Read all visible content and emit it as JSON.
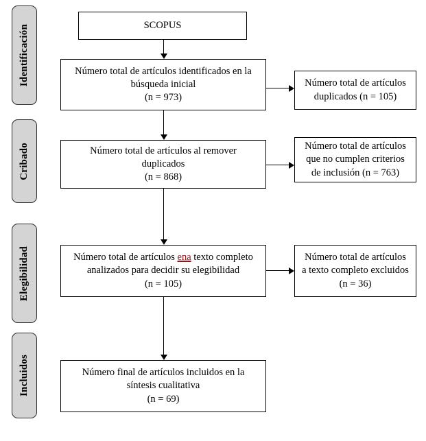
{
  "diagram": {
    "title": "PRISMA flow diagram",
    "colors": {
      "stage_fill": "#d4d4d4",
      "stage_border": "#2b2b2b",
      "box_border": "#000000",
      "line": "#000000",
      "spell_error": "#8b1a1a",
      "background": "#ffffff"
    },
    "stages": [
      {
        "id": "identificacion",
        "label": "Identificación"
      },
      {
        "id": "cribado",
        "label": "Cribado"
      },
      {
        "id": "elegibilidad",
        "label": "Elegibilidad"
      },
      {
        "id": "incluidos",
        "label": "Incluidos"
      }
    ],
    "source_box": {
      "id": "scopus",
      "lines": [
        "SCOPUS"
      ]
    },
    "main_boxes": [
      {
        "id": "identificados",
        "lines": [
          "Número total de artículos identificados en la",
          "búsqueda inicial",
          "(n = 973)"
        ],
        "count": 973
      },
      {
        "id": "sin-duplicados",
        "lines": [
          "Número total de artículos al remover",
          "duplicados",
          "(n = 868)"
        ],
        "count": 868
      },
      {
        "id": "texto-completo",
        "lines_parts": [
          [
            {
              "text": "Número total de artículos "
            },
            {
              "text": "ena",
              "spell_error": true
            },
            {
              "text": " texto completo"
            }
          ],
          [
            {
              "text": "analizados para decidir su elegibilidad"
            }
          ],
          [
            {
              "text": "(n = 105)"
            }
          ]
        ],
        "count": 105
      },
      {
        "id": "incluidos-final",
        "lines": [
          "Número final de artículos incluidos en la",
          "síntesis cualitativa",
          "(n = 69)"
        ],
        "count": 69
      }
    ],
    "side_boxes": [
      {
        "id": "duplicados",
        "lines": [
          "Número total de artículos",
          "duplicados (n = 105)"
        ],
        "count": 105
      },
      {
        "id": "no-cumplen-criterios",
        "lines": [
          "Número total de artículos",
          "que no cumplen criterios",
          "de inclusión (n = 763)"
        ],
        "count": 763
      },
      {
        "id": "excluidos",
        "lines": [
          "Número total de artículos",
          "a texto completo excluidos",
          "(n = 36)"
        ],
        "count": 36
      }
    ]
  }
}
